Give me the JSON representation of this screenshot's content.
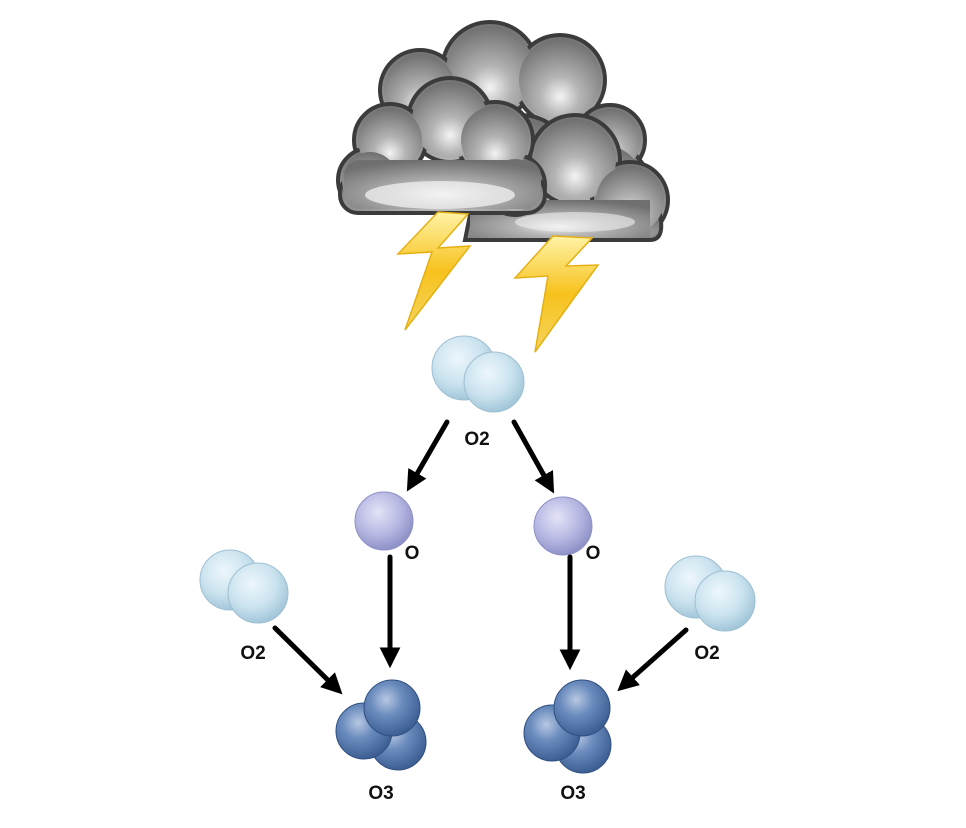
{
  "diagram": {
    "source": {
      "label": "O2"
    },
    "atoms": [
      {
        "label": "O"
      },
      {
        "label": "O"
      }
    ],
    "reactants": [
      {
        "label": "O2"
      },
      {
        "label": "O2"
      }
    ],
    "products": [
      {
        "label": "O3"
      },
      {
        "label": "O3"
      }
    ]
  },
  "colors": {
    "o2_molecule": "#c9e2ef",
    "o_atom": "#b7b8e4",
    "o3_molecule": "#5f82b4",
    "cloud": "#8a8a8a",
    "lightning": "#f7c21d",
    "arrow": "#000000"
  },
  "icons": [
    "storm-cloud-icon",
    "lightning-bolt-icon"
  ]
}
